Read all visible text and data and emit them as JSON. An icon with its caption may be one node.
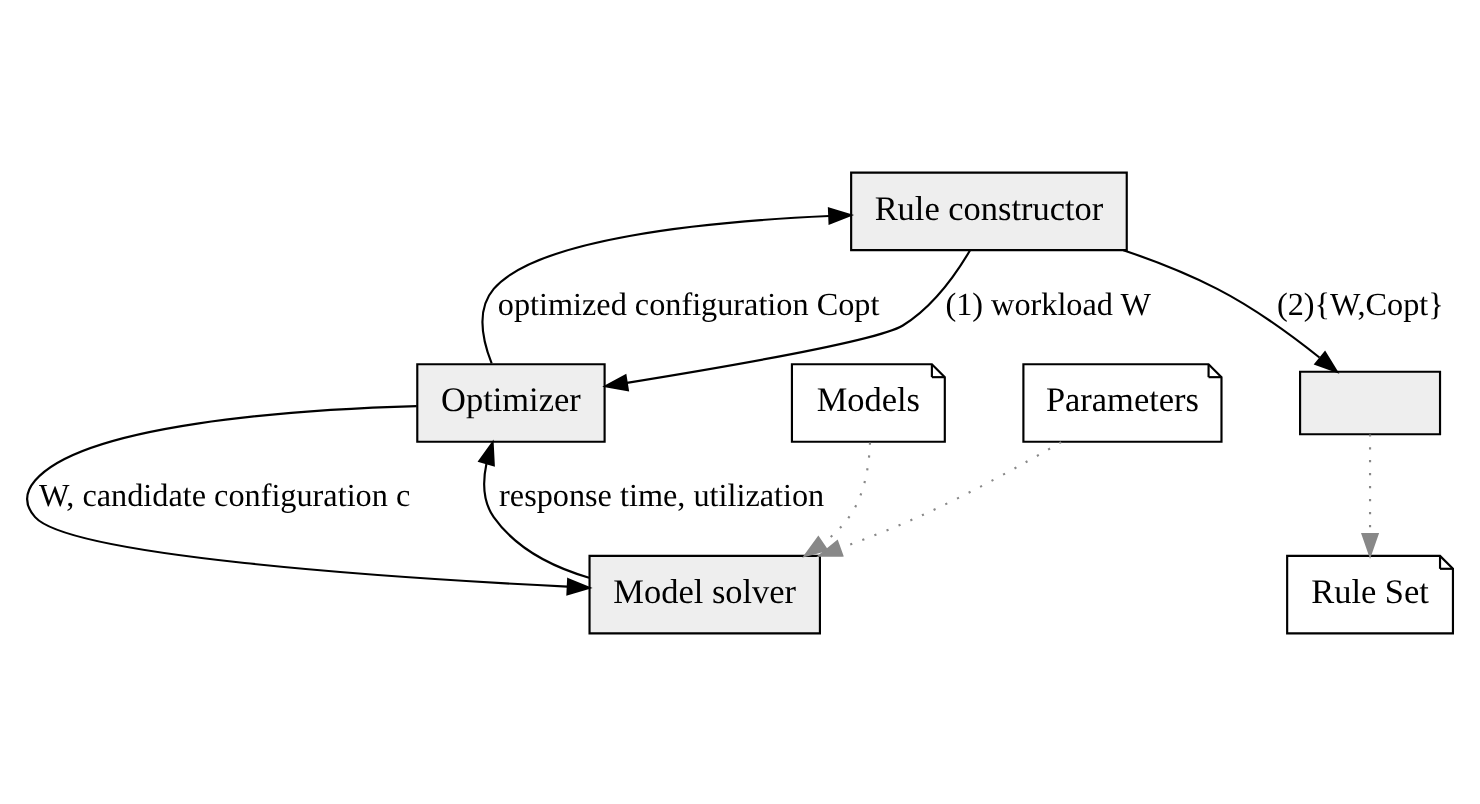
{
  "diagram": {
    "nodes": [
      {
        "text": [
          "Rule constructor"
        ]
      },
      {
        "text": [
          "Optimizer"
        ]
      },
      {
        "text": [],
        "shape": "box"
      },
      {
        "text": [
          "Rule Set"
        ]
      },
      {
        "text": [
          "Models"
        ]
      },
      {
        "text": [
          "Parameters"
        ]
      },
      {
        "text": [
          "Model solver"
        ]
      }
    ],
    "edges": [
      {
        "from": 0,
        "to": 1,
        "arrow": "to",
        "label": "(1) workload W"
      },
      {
        "from": 1,
        "to": 0,
        "arrow": "to",
        "label": "optimized configuration Copt"
      },
      {
        "from": 0,
        "to": 2,
        "arrow": "to",
        "label": "(2){W,Copt}"
      },
      {
        "from": 2,
        "to": 3,
        "arrow": "to",
        "style": "dashed",
        "color": "#888888"
      },
      {
        "from": 1,
        "to": 6,
        "arrow": "to",
        "label": "W, candidate configuration c"
      },
      {
        "from": 6,
        "to": 1,
        "arrow": "to",
        "label": "response time, utilization"
      },
      {
        "from": 4,
        "to": 6,
        "arrow": "to",
        "style": "dashed",
        "color": "#888888"
      },
      {
        "from": 5,
        "to": 6,
        "arrow": "to",
        "style": "dashed",
        "color": "#888888"
      }
    ]
  }
}
